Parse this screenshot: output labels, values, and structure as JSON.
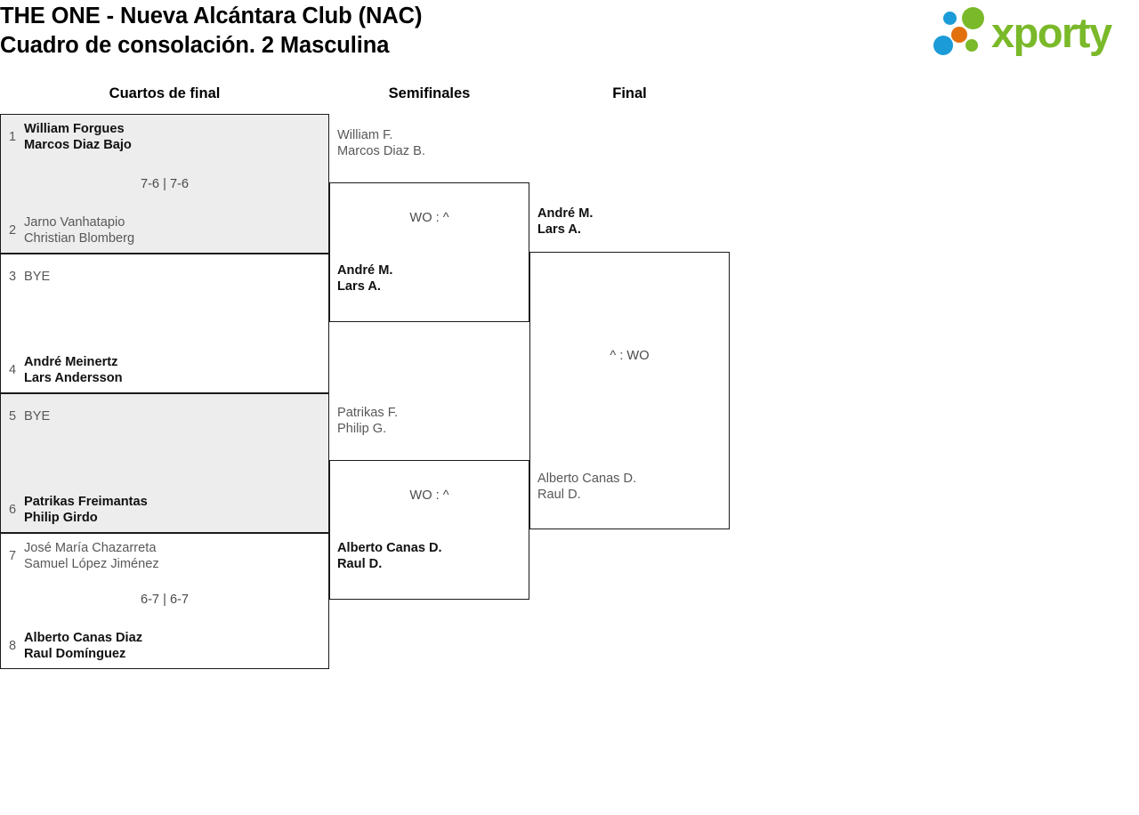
{
  "header": {
    "title_line1": "THE ONE - Nueva Alcántara Club (NAC)",
    "title_line2": "Cuadro de consolación. 2 Masculina",
    "logo_text": "xporty"
  },
  "columns": [
    {
      "label": "Cuartos de final"
    },
    {
      "label": "Semifinales"
    },
    {
      "label": "Final"
    }
  ],
  "bracket": {
    "round1": [
      {
        "score": "7-6 | 7-6",
        "top": {
          "seed": "1",
          "p1": "William Forgues",
          "p2": "Marcos Diaz Bajo",
          "result": "winner"
        },
        "bottom": {
          "seed": "2",
          "p1": "Jarno Vanhatapio",
          "p2": "Christian Blomberg",
          "result": "loser"
        }
      },
      {
        "score": "",
        "top": {
          "seed": "3",
          "p1": "BYE",
          "p2": "",
          "result": "loser"
        },
        "bottom": {
          "seed": "4",
          "p1": "André Meinertz",
          "p2": "Lars Andersson",
          "result": "winner"
        }
      },
      {
        "score": "",
        "top": {
          "seed": "5",
          "p1": "BYE",
          "p2": "",
          "result": "loser"
        },
        "bottom": {
          "seed": "6",
          "p1": "Patrikas Freimantas",
          "p2": "Philip Girdo",
          "result": "winner"
        }
      },
      {
        "score": "6-7 | 6-7",
        "top": {
          "seed": "7",
          "p1": "José María Chazarreta",
          "p2": "Samuel López Jiménez",
          "result": "loser"
        },
        "bottom": {
          "seed": "8",
          "p1": "Alberto Canas Diaz",
          "p2": "Raul Domínguez",
          "result": "winner"
        }
      }
    ],
    "round2": [
      {
        "score": "WO : ^",
        "top": {
          "p1": "William F.",
          "p2": "Marcos Diaz B.",
          "result": "loser"
        },
        "bottom": {
          "p1": "André M.",
          "p2": "Lars A.",
          "result": "winner"
        }
      },
      {
        "score": "WO : ^",
        "top": {
          "p1": "Patrikas F.",
          "p2": "Philip G.",
          "result": "loser"
        },
        "bottom": {
          "p1": "Alberto Canas D.",
          "p2": "Raul D.",
          "result": "winner"
        }
      }
    ],
    "round3": [
      {
        "score": "^ : WO",
        "top": {
          "p1": "André M.",
          "p2": "Lars A.",
          "result": "winner"
        },
        "bottom": {
          "p1": "Alberto Canas D.",
          "p2": "Raul D.",
          "result": "loser"
        }
      }
    ]
  }
}
